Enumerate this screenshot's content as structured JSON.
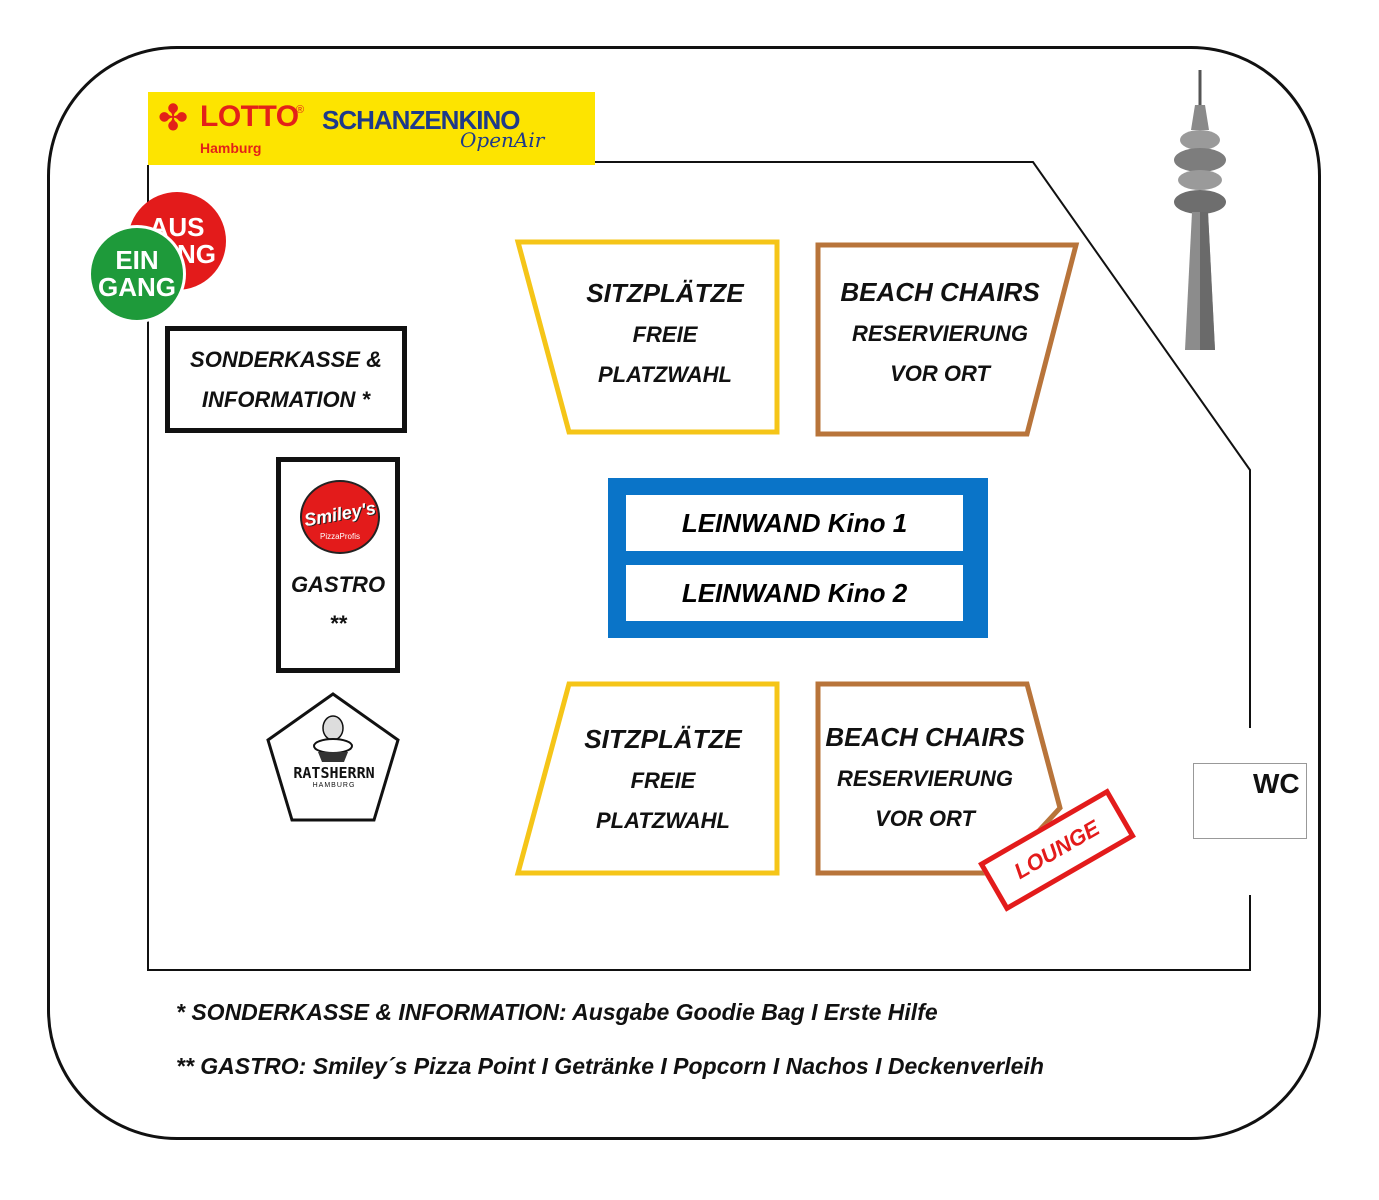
{
  "logo": {
    "lotto": "LOTTO",
    "lotto_reg": "®",
    "lotto_city": "Hamburg",
    "kino": "SCHANZENKINO",
    "openair": "OpenAir",
    "brand_yellow": "#fde400",
    "brand_red": "#e32119",
    "brand_blue": "#1e3a8a"
  },
  "ausgang": {
    "line1": "AUS",
    "line2": "GANG",
    "color": "#e31b1b"
  },
  "eingang": {
    "line1": "EIN",
    "line2": "GANG",
    "color": "#1e9a3a"
  },
  "sonderkasse": {
    "line1": "SONDERKASSE &",
    "line2": "INFORMATION *"
  },
  "gastro": {
    "brand": "Smiley's",
    "brand_sub": "PizzaProfis",
    "label": "GASTRO",
    "marker": "**"
  },
  "ratsherrn": {
    "brand": "RATSHERRN",
    "city": "HAMBURG"
  },
  "seating": {
    "top_left": {
      "title": "SITZPLÄTZE",
      "line1": "FREIE",
      "line2": "PLATZWAHL",
      "color": "#f5c518"
    },
    "top_right": {
      "title": "BEACH CHAIRS",
      "line1": "RESERVIERUNG",
      "line2": "VOR ORT",
      "color": "#b8743a"
    },
    "bottom_left": {
      "title": "SITZPLÄTZE",
      "line1": "FREIE",
      "line2": "PLATZWAHL",
      "color": "#f5c518"
    },
    "bottom_right": {
      "title": "BEACH CHAIRS",
      "line1": "RESERVIERUNG",
      "line2": "VOR ORT",
      "color": "#b8743a"
    }
  },
  "screens": {
    "kino1": "LEINWAND Kino 1",
    "kino2": "LEINWAND Kino 2",
    "color": "#0a74c8"
  },
  "lounge": {
    "label": "LOUNGE",
    "color": "#e31b1b"
  },
  "wc": {
    "label": "WC"
  },
  "legend": {
    "line1": "* SONDERKASSE & INFORMATION: Ausgabe Goodie Bag I Erste Hilfe",
    "line2": "** GASTRO: Smiley´s Pizza Point I Getränke I Popcorn I Nachos I Deckenverleih"
  }
}
